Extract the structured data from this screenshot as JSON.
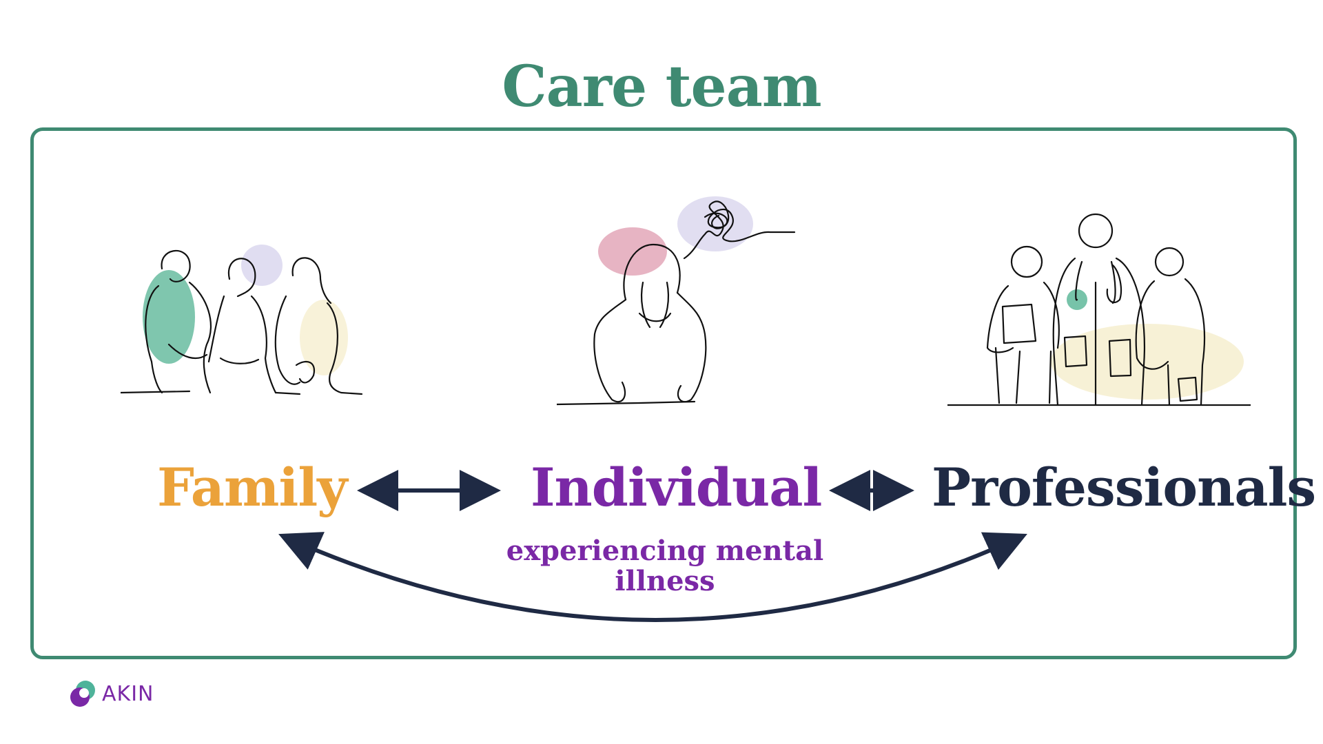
{
  "title": "Care team",
  "colors": {
    "title": "#3f8a72",
    "frame": "#3f8a72",
    "family": "#eba23a",
    "individual": "#7a28a6",
    "professionals": "#1f2a44",
    "arrow": "#1f2a44",
    "logo_text": "#7a28a6"
  },
  "nodes": {
    "family": {
      "label": "Family",
      "icon": "family-line-drawing-icon"
    },
    "individual": {
      "label": "Individual",
      "sublabel_line1": "experiencing mental",
      "sublabel_line2": "illness",
      "icon": "distressed-person-line-drawing-icon"
    },
    "professionals": {
      "label": "Professionals",
      "icon": "medical-staff-line-drawing-icon"
    }
  },
  "edges": [
    {
      "from": "Family",
      "to": "Individual",
      "type": "bidirectional"
    },
    {
      "from": "Individual",
      "to": "Professionals",
      "type": "bidirectional"
    },
    {
      "from": "Family",
      "to": "Professionals",
      "type": "bidirectional-curved"
    }
  ],
  "logo": {
    "text": "AKIN",
    "icon": "akin-logo-icon"
  }
}
